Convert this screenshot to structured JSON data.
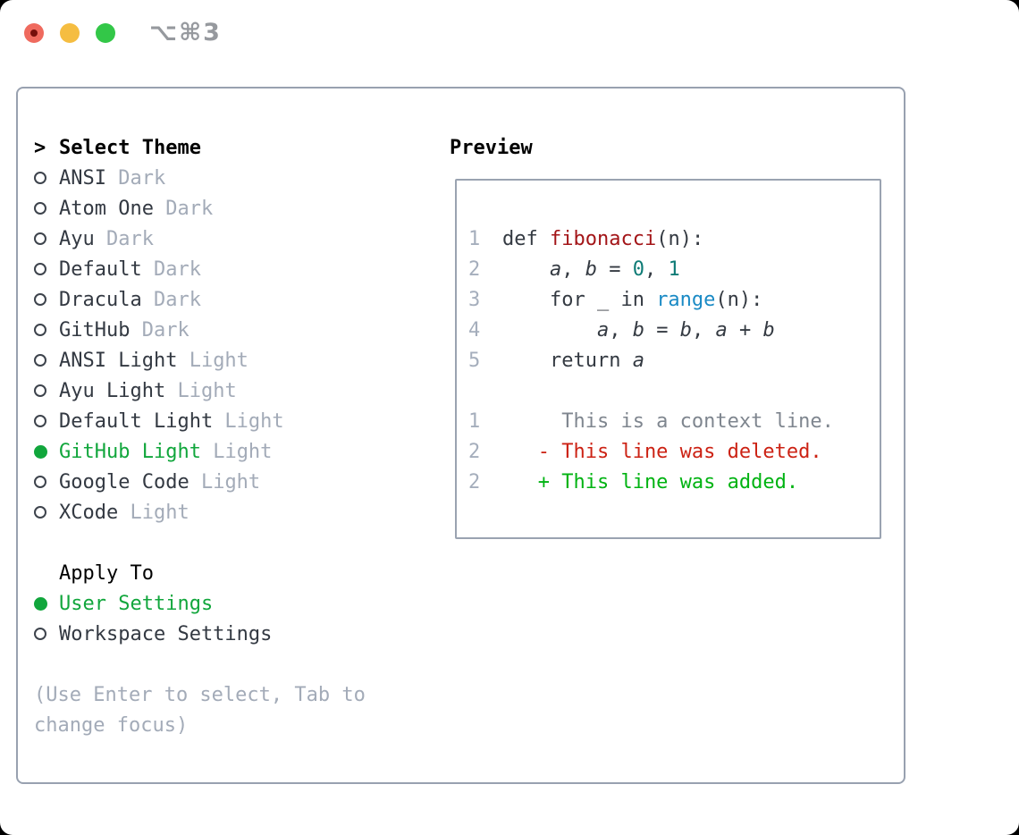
{
  "window": {
    "title": "⌥⌘3"
  },
  "left": {
    "cursor": ">",
    "title": "Select Theme",
    "themes": [
      {
        "name": "ANSI",
        "variant": "Dark",
        "selected": false
      },
      {
        "name": "Atom One",
        "variant": "Dark",
        "selected": false
      },
      {
        "name": "Ayu",
        "variant": "Dark",
        "selected": false
      },
      {
        "name": "Default",
        "variant": "Dark",
        "selected": false
      },
      {
        "name": "Dracula",
        "variant": "Dark",
        "selected": false
      },
      {
        "name": "GitHub",
        "variant": "Dark",
        "selected": false
      },
      {
        "name": "ANSI Light",
        "variant": "Light",
        "selected": false
      },
      {
        "name": "Ayu Light",
        "variant": "Light",
        "selected": false
      },
      {
        "name": "Default Light",
        "variant": "Light",
        "selected": false
      },
      {
        "name": "GitHub Light",
        "variant": "Light",
        "selected": true
      },
      {
        "name": "Google Code",
        "variant": "Light",
        "selected": false
      },
      {
        "name": "XCode",
        "variant": "Light",
        "selected": false
      }
    ],
    "apply_title": "Apply To",
    "apply_options": [
      {
        "name": "User Settings",
        "selected": true
      },
      {
        "name": "Workspace Settings",
        "selected": false
      }
    ],
    "hint_lines": [
      "(Use Enter to select, Tab to",
      "change focus)"
    ]
  },
  "preview": {
    "title": "Preview",
    "lines": [
      {
        "num": "1",
        "segs": [
          {
            "t": "def ",
            "c": "plain"
          },
          {
            "t": "fibonacci",
            "c": "fn"
          },
          {
            "t": "(n):",
            "c": "plain"
          }
        ]
      },
      {
        "num": "2",
        "segs": [
          {
            "t": "    ",
            "c": "plain"
          },
          {
            "t": "a",
            "c": "var"
          },
          {
            "t": ", ",
            "c": "plain"
          },
          {
            "t": "b",
            "c": "var"
          },
          {
            "t": " = ",
            "c": "plain"
          },
          {
            "t": "0",
            "c": "num"
          },
          {
            "t": ", ",
            "c": "plain"
          },
          {
            "t": "1",
            "c": "num"
          }
        ]
      },
      {
        "num": "3",
        "segs": [
          {
            "t": "    for _ in ",
            "c": "plain"
          },
          {
            "t": "range",
            "c": "builtin"
          },
          {
            "t": "(n):",
            "c": "plain"
          }
        ]
      },
      {
        "num": "4",
        "segs": [
          {
            "t": "        ",
            "c": "plain"
          },
          {
            "t": "a",
            "c": "var"
          },
          {
            "t": ", ",
            "c": "plain"
          },
          {
            "t": "b",
            "c": "var"
          },
          {
            "t": " = ",
            "c": "plain"
          },
          {
            "t": "b",
            "c": "var"
          },
          {
            "t": ", ",
            "c": "plain"
          },
          {
            "t": "a",
            "c": "var"
          },
          {
            "t": " + ",
            "c": "plain"
          },
          {
            "t": "b",
            "c": "var"
          }
        ]
      },
      {
        "num": "5",
        "segs": [
          {
            "t": "    return ",
            "c": "plain"
          },
          {
            "t": "a",
            "c": "var"
          }
        ]
      },
      {
        "num": "",
        "segs": []
      },
      {
        "num": "1",
        "segs": [
          {
            "t": "     This is a context line.",
            "c": "context"
          }
        ]
      },
      {
        "num": "2",
        "segs": [
          {
            "t": "   - This line was deleted.",
            "c": "del"
          }
        ]
      },
      {
        "num": "2",
        "segs": [
          {
            "t": "   + This line was added.",
            "c": "add"
          }
        ]
      }
    ]
  },
  "colors": {
    "selected_green": "#11a63c",
    "added_green": "#00b312",
    "deleted_red": "#cc2214",
    "function_red": "#a31518",
    "number_teal": "#0e7b76",
    "builtin_blue": "#1a8ac5",
    "text_dark": "#343a42",
    "muted_gray": "#a3abb8",
    "border_gray": "#98a1b0",
    "traffic_red": "#ef6a5e",
    "traffic_yellow": "#f5bd41",
    "traffic_green": "#33c748"
  }
}
